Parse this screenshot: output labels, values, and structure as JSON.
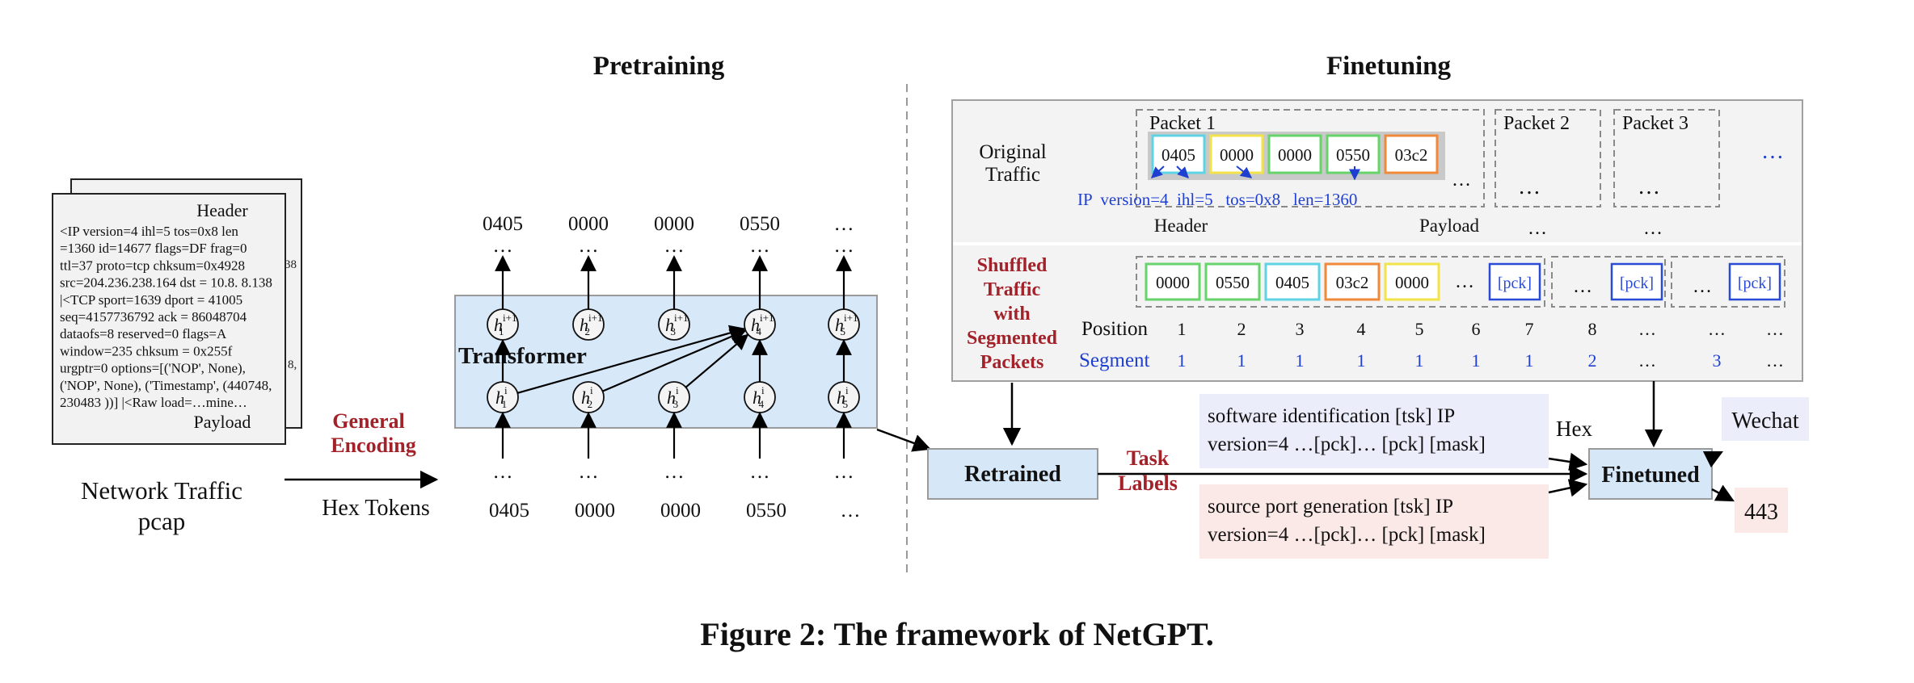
{
  "titles": {
    "pretraining": "Pretraining",
    "finetuning": "Finetuning"
  },
  "pcap": {
    "header": "Header",
    "payload": "Payload",
    "lines": [
      "<IP  version=4 ihl=5 tos=0x8 len",
      "=1360 id=14677 flags=DF frag=0",
      "ttl=37 proto=tcp chksum=0x4928",
      "src=204.236.238.164 dst = 10.8. 8.138",
      "|<TCP  sport=1639 dport = 41005",
      "seq=4157736792 ack = 86048704",
      "dataofs=8 reserved=0 flags=A",
      "window=235 chksum = 0x255f",
      "urgptr=0 options=[('NOP', None),",
      "('NOP', None), ('Timestamp', (440748,",
      "230483 ))] |<Raw load=…mine…"
    ],
    "peek_top": "38",
    "peek_bottom": "8,",
    "label_line1": "Network Traffic",
    "label_line2": "pcap"
  },
  "general_encoding": {
    "line1": "General",
    "line2": "Encoding"
  },
  "hex_tokens_label": "Hex Tokens",
  "pretrain": {
    "output_tokens": [
      "0405",
      "0000",
      "0000",
      "0550",
      "…"
    ],
    "input_tokens": [
      "0405",
      "0000",
      "0000",
      "0550",
      "…"
    ],
    "dots": "…",
    "transformer_label": "Transformer",
    "top_nodes": [
      {
        "base": "h",
        "sub": "1",
        "sup": "i+1"
      },
      {
        "base": "h",
        "sub": "2",
        "sup": "i+1"
      },
      {
        "base": "h",
        "sub": "3",
        "sup": "i+1"
      },
      {
        "base": "h",
        "sub": "4",
        "sup": "i+1"
      },
      {
        "base": "h",
        "sub": "5",
        "sup": "i+1"
      }
    ],
    "bottom_nodes": [
      {
        "base": "h",
        "sub": "1",
        "sup": "i"
      },
      {
        "base": "h",
        "sub": "2",
        "sup": "i"
      },
      {
        "base": "h",
        "sub": "3",
        "sup": "i"
      },
      {
        "base": "h",
        "sub": "4",
        "sup": "i"
      },
      {
        "base": "h",
        "sub": "5",
        "sup": "i"
      }
    ]
  },
  "finetune": {
    "original_traffic": {
      "line1": "Original",
      "line2": "Traffic"
    },
    "packet_labels": [
      "Packet 1",
      "Packet 2",
      "Packet 3"
    ],
    "packet1_tokens": [
      "0405",
      "0000",
      "0000",
      "0550",
      "03c2"
    ],
    "fields": "IP  version=4  ihl=5   tos=0x8   len=1360",
    "header_label": "Header",
    "payload_label": "Payload",
    "ellipsis": "…",
    "shuffled": {
      "line1": "Shuffled",
      "line2": "Traffic",
      "line3": "with",
      "line4": "Segmented",
      "line5": "Packets"
    },
    "shuffled_tokens": [
      "0000",
      "0550",
      "0405",
      "03c2",
      "0000"
    ],
    "pck": "[pck]",
    "position_label": "Position",
    "positions": [
      "1",
      "2",
      "3",
      "4",
      "5",
      "6",
      "7",
      "8",
      "…",
      "…",
      "…"
    ],
    "segment_label": "Segment",
    "segments": [
      "1",
      "1",
      "1",
      "1",
      "1",
      "1",
      "1",
      "2",
      "…",
      "3",
      "…"
    ],
    "retrained": "Retrained",
    "task_labels": {
      "line1": "Task",
      "line2": "Labels"
    },
    "finetuned": "Finetuned",
    "prompt1": {
      "line1": "software identification [tsk] IP",
      "line2": "version=4 …[pck]… [pck]  [mask]"
    },
    "prompt2": {
      "line1": "source port generation [tsk] IP",
      "line2": "version=4 …[pck]… [pck] [mask]"
    },
    "hex_label": "Hex",
    "output1": "Wechat",
    "output2": "443"
  },
  "caption": "Figure 2: The framework of NetGPT.",
  "colors": {
    "dark_red": "#a32129",
    "blue_text": "#1f3fd1",
    "transformer_fill": "#d7e8f9",
    "retrained_fill": "#d6e7f8",
    "prompt1_fill": "#ecedfa",
    "prompt2_fill": "#fbe9e7",
    "panel_fill": "#f3f3f3",
    "token_cyan": "#5fd3e4",
    "token_yellow": "#f2e34a",
    "token_green": "#67d36b",
    "token_orange": "#f08a3a",
    "pck_blue": "#2a4bd6"
  }
}
